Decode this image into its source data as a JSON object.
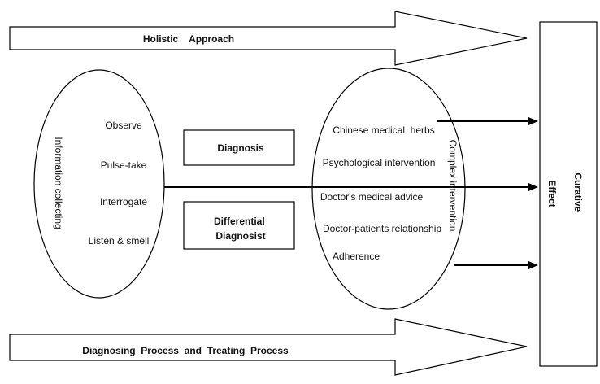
{
  "holistic": {
    "label": "Holistic    Approach"
  },
  "process": {
    "label": "Diagnosing  Process  and  Treating  Process"
  },
  "info": {
    "title": "Information collecting",
    "items": [
      "Observe",
      "Pulse-take",
      "Interrogate",
      "Listen & smell"
    ]
  },
  "diagnosis": {
    "label": "Diagnosis"
  },
  "differential": {
    "line1": "Differential",
    "line2": "Diagnosist"
  },
  "intervention": {
    "title": "Complex intervention",
    "items": [
      "Chinese medical  herbs",
      "Psychological intervention",
      "Doctor's medical advice",
      "Doctor-patients relationship",
      "Adherence"
    ]
  },
  "effect": {
    "line1": "Curative",
    "line2": "Effect"
  }
}
